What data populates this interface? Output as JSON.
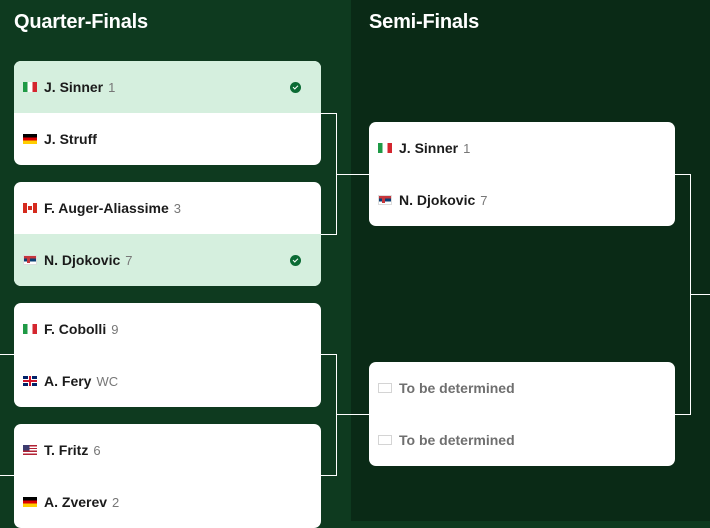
{
  "rounds": [
    {
      "title": "Quarter-Finals",
      "matches": [
        {
          "players": [
            {
              "flag": "it",
              "name": "J. Sinner",
              "seed": "1",
              "winner": true
            },
            {
              "flag": "de",
              "name": "J. Struff",
              "seed": "",
              "winner": false
            }
          ]
        },
        {
          "players": [
            {
              "flag": "ca",
              "name": "F. Auger-Aliassime",
              "seed": "3",
              "winner": false
            },
            {
              "flag": "rs",
              "name": "N. Djokovic",
              "seed": "7",
              "winner": true
            }
          ]
        },
        {
          "players": [
            {
              "flag": "it",
              "name": "F. Cobolli",
              "seed": "9",
              "winner": false
            },
            {
              "flag": "gb",
              "name": "A. Fery",
              "seed": "WC",
              "winner": false
            }
          ]
        },
        {
          "players": [
            {
              "flag": "us",
              "name": "T. Fritz",
              "seed": "6",
              "winner": false
            },
            {
              "flag": "de",
              "name": "A. Zverev",
              "seed": "2",
              "winner": false
            }
          ]
        }
      ]
    },
    {
      "title": "Semi-Finals",
      "matches": [
        {
          "players": [
            {
              "flag": "it",
              "name": "J. Sinner",
              "seed": "1",
              "winner": false
            },
            {
              "flag": "rs",
              "name": "N. Djokovic",
              "seed": "7",
              "winner": false
            }
          ]
        },
        {
          "players": [
            {
              "flag": "tbd",
              "name": "To be determined",
              "seed": "",
              "winner": false,
              "tbd": true
            },
            {
              "flag": "tbd",
              "name": "To be determined",
              "seed": "",
              "winner": false,
              "tbd": true
            }
          ]
        }
      ]
    }
  ],
  "colors": {
    "background_left": "#0e3a1f",
    "background_right": "#0a2a16",
    "winner_row": "#d5efde",
    "check": "#0b6b34"
  },
  "icons": {
    "winner": "check-circle-icon",
    "flag": "flag-icon"
  }
}
